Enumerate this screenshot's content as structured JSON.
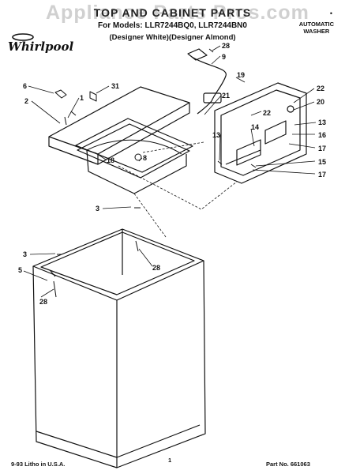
{
  "header": {
    "watermark": "Appliance Parts Pros.com",
    "title": "TOP AND CABINET PARTS",
    "models": "For Models: LLR7244BQ0, LLR7244BN0",
    "variants": "(Designer White)(Designer Almond)",
    "product_line1": "AUTOMATIC",
    "product_line2": "WASHER",
    "corner_mark": "•",
    "brand": "Whirlpool"
  },
  "callouts": {
    "c28a": "28",
    "c9": "9",
    "c19": "19",
    "c22a": "22",
    "c20": "20",
    "c22b": "22",
    "c13a": "13",
    "c14": "14",
    "c16": "16",
    "c17a": "17",
    "c13b": "13",
    "c15": "15",
    "c17b": "17",
    "c21": "21",
    "c31": "31",
    "c6": "6",
    "c1": "1",
    "c2": "2",
    "c18": "18",
    "c8": "8",
    "c3a": "3",
    "c3b": "3",
    "c28b": "28",
    "c5": "5",
    "c28c": "28"
  },
  "footer": {
    "print": "9-93 Litho in U.S.A.",
    "page": "1",
    "part_no": "Part No. 661063"
  }
}
